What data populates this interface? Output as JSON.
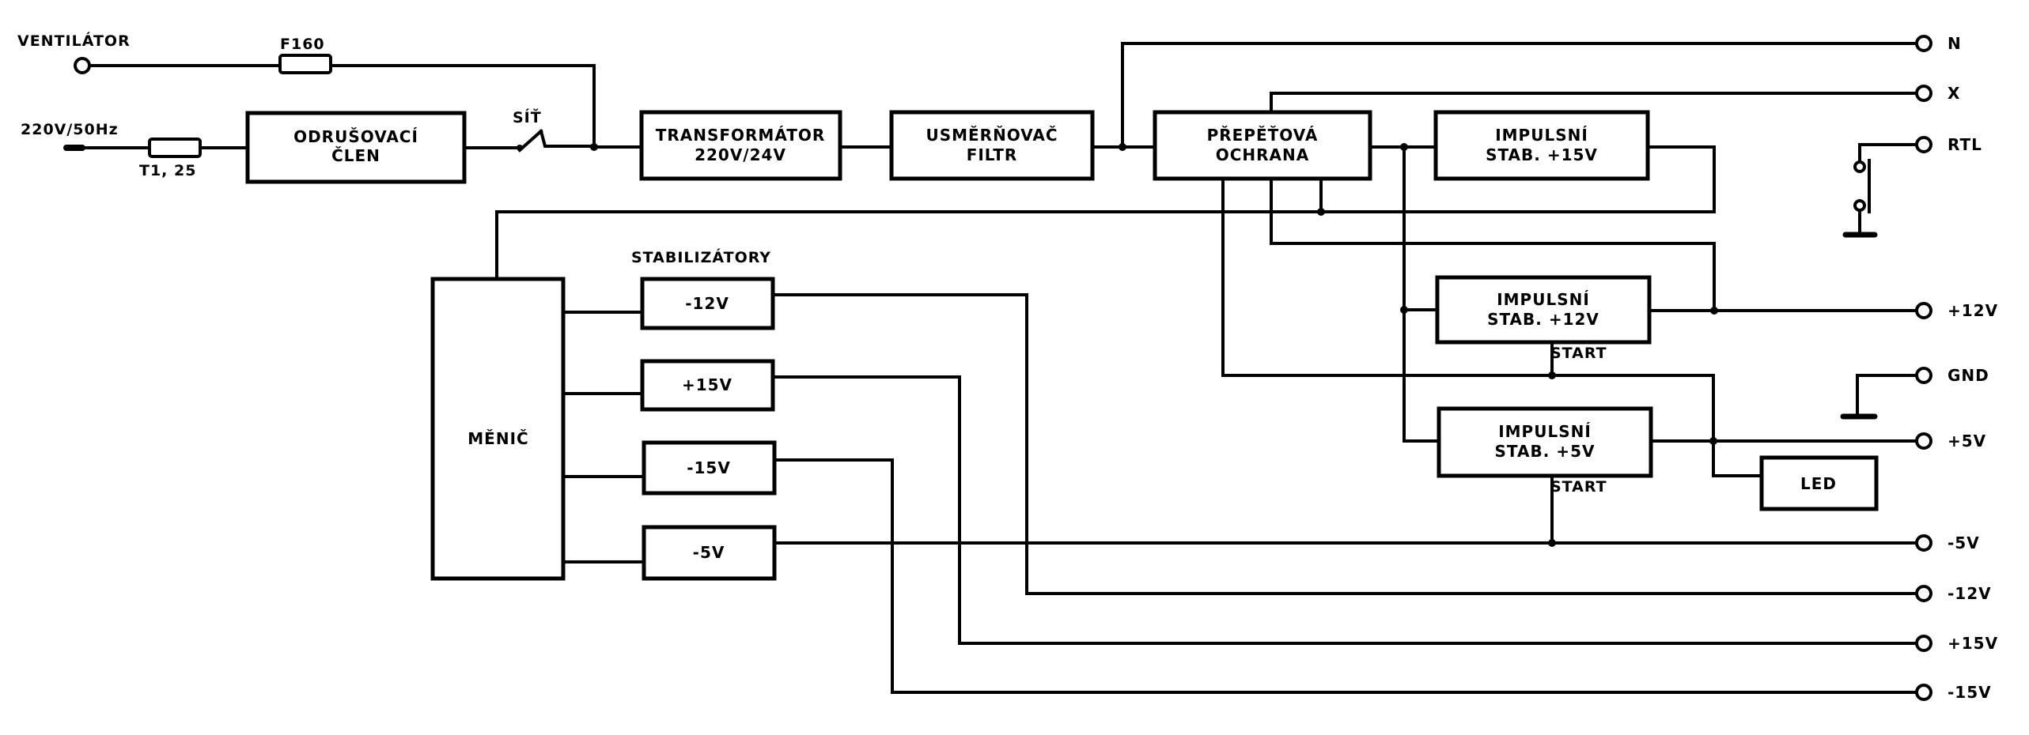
{
  "diagram": {
    "inputs": {
      "fan": "VENTILÁTOR",
      "mains": "220V/50Hz"
    },
    "fuses": {
      "fan_fuse": "F160",
      "mains_fuse": "T1, 25"
    },
    "switch_label": "SÍŤ",
    "blocks": {
      "filter": [
        "ODRUŠOVACÍ",
        "ČLEN"
      ],
      "transformer": [
        "TRANSFORMÁTOR",
        "220V/24V"
      ],
      "rectifier": [
        "USMĚRŇOVAČ",
        "FILTR"
      ],
      "protection": [
        "PŘEPĚŤOVÁ",
        "OCHRANA"
      ],
      "stab15": [
        "IMPULSNÍ",
        "STAB.  +15V"
      ],
      "stab12": [
        "IMPULSNÍ",
        "STAB.  +12V"
      ],
      "stab5": [
        "IMPULSNÍ",
        "STAB.   +5V"
      ],
      "converter": "MĚNIČ",
      "led": "LED"
    },
    "start_label": "START",
    "stabilizers_heading": "STABILIZÁTORY",
    "linear_stabilizers": [
      "-12V",
      "+15V",
      "-15V",
      "-5V"
    ],
    "outputs": [
      "N",
      "X",
      "RTL",
      "+12V",
      "GND",
      "+5V",
      "-5V",
      "-12V",
      "+15V",
      "-15V"
    ]
  }
}
